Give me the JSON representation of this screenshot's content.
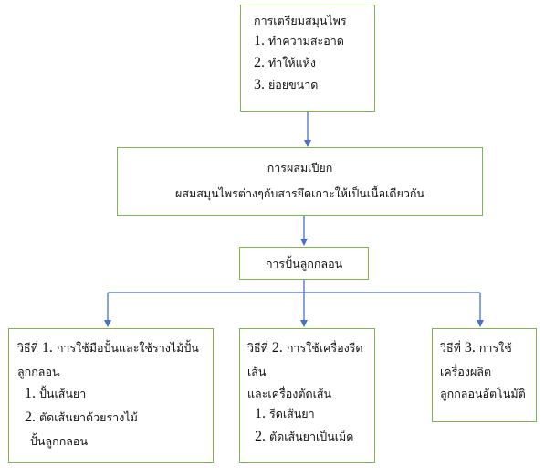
{
  "colors": {
    "box_border": "#7eb54e",
    "arrow": "#4472c4"
  },
  "prep": {
    "title": "การเตรียมสมุนไพร",
    "steps": [
      {
        "num": "1.",
        "text": "ทำความสะอาด"
      },
      {
        "num": "2.",
        "text": "ทำให้แห้ง"
      },
      {
        "num": "3.",
        "text": "ย่อยขนาด"
      }
    ]
  },
  "mix": {
    "title": "การผสมเปียก",
    "desc": "ผสมสมุนไพรต่างๆกับสารยึดเกาะให้เป็นเนื้อเดียวกัน"
  },
  "roll": {
    "title": "การปั้นลูกกลอน"
  },
  "method1": {
    "prefix": "วิธีที่",
    "num": "1.",
    "title_rest": "การใช้มือปั้นและใช้รางไม้ปั้น",
    "title_cont": "ลูกกลอน",
    "steps": [
      {
        "num": "1.",
        "text": "ปั้นเส้นยา"
      },
      {
        "num": "2.",
        "text": "ตัดเส้นยาด้วยรางไม้"
      }
    ],
    "step2_cont": "ปั้นลูกกลอน"
  },
  "method2": {
    "prefix": "วิธีที่",
    "num": "2.",
    "title_rest": "การใช้เครื่องรีด",
    "title_cont1": "เส้น",
    "title_cont2": "และเครื่องตัดเส้น",
    "steps": [
      {
        "num": "1.",
        "text": "รีดเส้นยา"
      },
      {
        "num": "2.",
        "text": "ตัดเส้นยาเป็นเม็ด"
      }
    ]
  },
  "method3": {
    "prefix": "วิธีที่",
    "num": "3.",
    "title_rest": "การใช้",
    "title_cont1": "เครื่องผลิต",
    "title_cont2": "ลูกกลอนอัตโนมัติ"
  }
}
